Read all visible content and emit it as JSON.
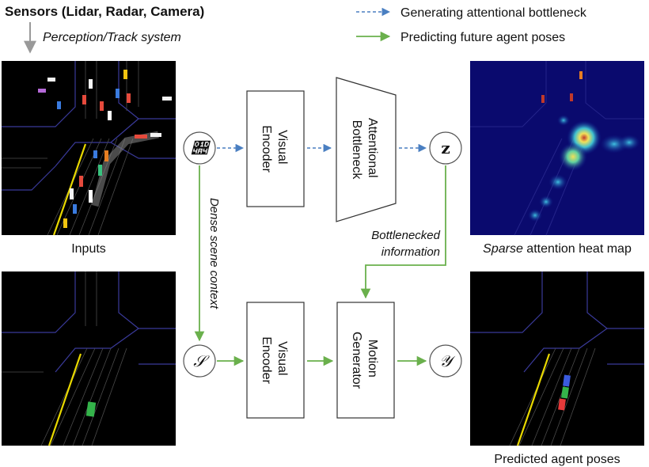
{
  "header": {
    "title": "Sensors (Lidar, Radar, Camera)",
    "perception_label": "Perception/Track system"
  },
  "legend": {
    "items": [
      {
        "label": "Generating attentional bottleneck",
        "style": "dashed",
        "color": "#4a7fc1"
      },
      {
        "label": "Predicting future agent poses",
        "style": "solid",
        "color": "#6ab04c"
      }
    ]
  },
  "panels": {
    "inputs": {
      "caption": "Inputs"
    },
    "heatmap": {
      "caption_italic": "Sparse",
      "caption_rest": " attention heat map"
    },
    "scene": {
      "caption": ""
    },
    "predicted": {
      "caption": "Predicted agent poses"
    }
  },
  "nodes": {
    "I": "𝒤",
    "z": "z",
    "S": "𝒮",
    "Y": "𝒴"
  },
  "blocks": {
    "visual_encoder_top": [
      "Visual",
      "Encoder"
    ],
    "attentional_bottleneck": [
      "Attentional",
      "Bottleneck"
    ],
    "visual_encoder_bottom": [
      "Visual",
      "Encoder"
    ],
    "motion_generator": [
      "Motion",
      "Generator"
    ]
  },
  "annotations": {
    "dense_context": "Dense scene context",
    "bottlenecked": [
      "Bottlenecked",
      "information"
    ]
  },
  "colors": {
    "dashed_arrow": "#4a7fc1",
    "solid_arrow": "#6ab04c",
    "sensor_arrow": "#999999"
  }
}
